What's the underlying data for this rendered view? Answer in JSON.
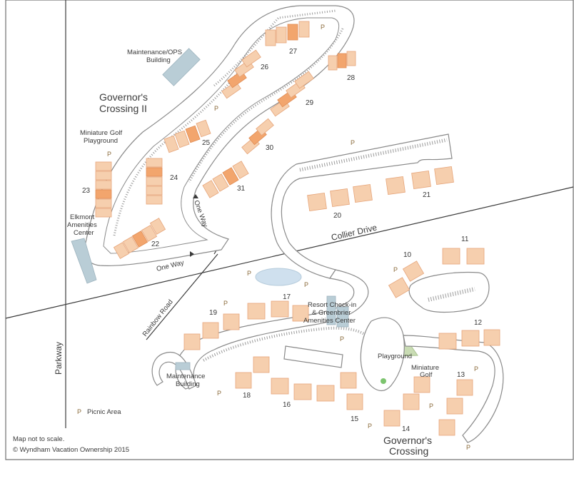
{
  "map": {
    "areas": {
      "gc2": "Governor's",
      "gc2_b": "Crossing II",
      "gc": "Governor's",
      "gc_b": "Crossing"
    },
    "roads": {
      "collier": "Collier Drive",
      "rainbow": "Rainbow Road",
      "parkway": "Parkway",
      "oneway_a": "One Way",
      "oneway_b": "One Way"
    },
    "facilities": {
      "maint_ops_a": "Maintenance/OPS",
      "maint_ops_b": "Building",
      "mini_golf_a": "Miniature Golf",
      "mini_golf_b": "Playground",
      "elkmont_a": "Elkmont",
      "elkmont_b": "Amenities",
      "elkmont_c": "Center",
      "checkin_a": "Resort Check-in",
      "checkin_b": "& Greenbrier",
      "checkin_c": "Amenities Center",
      "playground": "Playground",
      "mini_golf2_a": "Miniature",
      "mini_golf2_b": "Golf",
      "maint_a": "Maintenance",
      "maint_b": "Building"
    },
    "buildings": [
      "10",
      "11",
      "12",
      "13",
      "14",
      "15",
      "16",
      "17",
      "18",
      "19",
      "20",
      "21",
      "22",
      "23",
      "24",
      "25",
      "26",
      "27",
      "28",
      "29",
      "30",
      "31"
    ],
    "picnic_symbol": "P",
    "legend": {
      "symbol": "P",
      "label": "Picnic Area"
    },
    "footer": {
      "note": "Map not to scale.",
      "copyright": "© Wyndham Vacation Ownership 2015"
    },
    "colors": {
      "building": "#f6cfae",
      "building_accent": "#f2a56d",
      "service": "#b9cdd6",
      "pond": "#cfe0ee",
      "playground": "#c9dcb4",
      "road_edge": "#8a8a8a"
    }
  }
}
